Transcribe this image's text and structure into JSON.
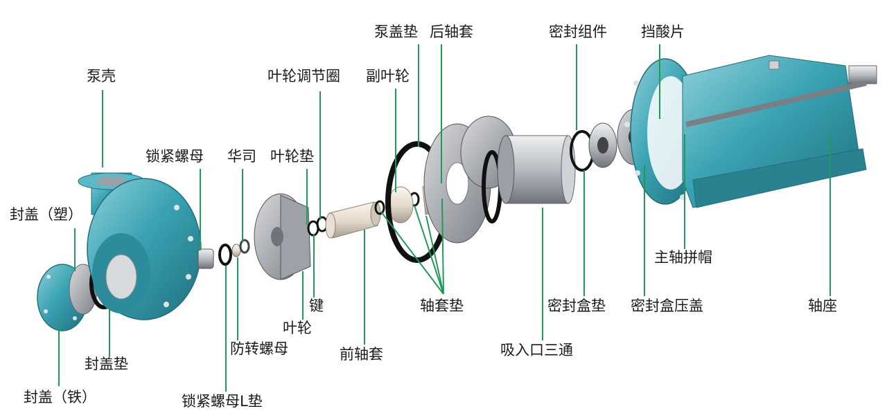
{
  "colors": {
    "leader_line": "#1f9a58",
    "pump_body": "#3aa3b3",
    "pump_dark": "#1f6f7d",
    "pump_light": "#8fd0da",
    "metal": "#b8bcc2",
    "metal_dark": "#6f747a",
    "gasket": "#111111",
    "background": "#ffffff"
  },
  "labels": {
    "pump_casing": "泵壳",
    "lock_nut": "锁紧螺母",
    "washer": "华司",
    "impeller_gasket": "叶轮垫",
    "impeller_adjust_ring": "叶轮调节圈",
    "pump_cover_gasket": "泵盖垫",
    "rear_shaft_sleeve": "后轴套",
    "auxiliary_impeller": "副叶轮",
    "seal_assembly": "密封组件",
    "acid_baffle": "挡酸片",
    "cover_plastic": "封盖（塑）",
    "cover_gasket": "封盖垫",
    "cover_iron": "封盖（铁）",
    "lock_nut_l_gasket": "锁紧螺母L垫",
    "anti_rotation_nut": "防转螺母",
    "impeller": "叶轮",
    "key": "键",
    "front_shaft_sleeve": "前轴套",
    "shaft_sleeve_gasket": "轴套垫",
    "suction_tee": "吸入口三通",
    "seal_box_gasket": "密封盒垫",
    "seal_box_gland": "密封盒压盖",
    "main_shaft_cap": "主轴拼帽",
    "bearing_seat": "轴座"
  }
}
